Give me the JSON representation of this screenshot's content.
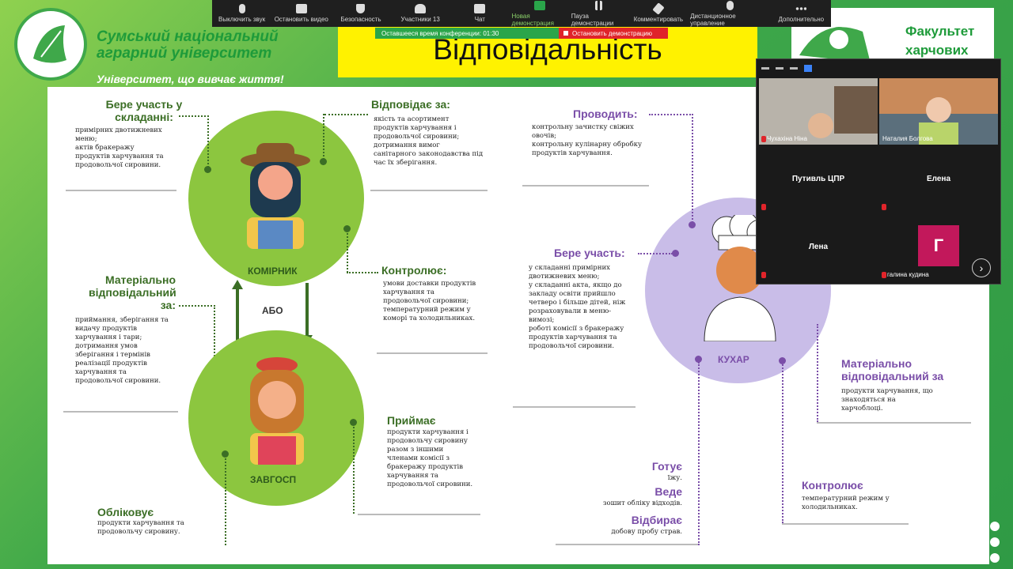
{
  "header": {
    "uni_line1": "Сумський національний",
    "uni_line2": "аграрний університет",
    "motto": "Університет, що вивчає життя!",
    "title": "Відповідальність",
    "faculty_line1": "Факультет",
    "faculty_line2": "харчових"
  },
  "zoom": {
    "toolbar": [
      "Выключить звук",
      "Остановить видео",
      "Безопасность",
      "Участники",
      "Чат",
      "Новая демонстрация",
      "Пауза демонстрации",
      "Комментировать",
      "Дистанционное управление",
      "Дополнительно"
    ],
    "participants_count": "13",
    "timer": "Оставшееся время конференции: 01:30",
    "stop_share": "Остановить демонстрацию",
    "tiles": [
      "Чухахіна Ніна",
      "Наталия Болгова",
      "Путивль ЦПР",
      "Елена",
      "Лена",
      "галина кудина"
    ],
    "avatar_letter": "Г"
  },
  "slide": {
    "komirnyk": {
      "label": "КОМІРНИК",
      "participates_title": "Бере участь у складанні:",
      "participates": [
        "примірних двотижневих меню;",
        "актів бракеражу продуктів харчування та продовольчої сировини."
      ],
      "responsible_title": "Відповідає за:",
      "responsible": [
        "якість та асортимент продуктів харчування і продовольчої сировини;",
        "дотримання вимог санітарного законодавства під час їх зберігання."
      ],
      "controls_title": "Контролює:",
      "controls": [
        "умови доставки продуктів харчування та продовольчої сировини;",
        "температурний режим у коморі та холодильниках."
      ]
    },
    "or": "АБО",
    "material_title": "Матеріально відповідальний за:",
    "material": [
      "приймання, зберігання та видачу продуктів харчування і тари;",
      "дотримання умов зберігання і термінів реалізації продуктів харчування та продовольчої сировини."
    ],
    "zavhosp": {
      "label": "ЗАВГОСП",
      "accepts_title": "Приймає",
      "accepts": "продукти харчування і продовольчу сировину разом з іншими членами комісії з бракеражу продуктів харчування та продовольчої сировини.",
      "records_title": "Обліковує",
      "records": "продукти харчування та продовольчу сировину."
    },
    "kukhar": {
      "label": "КУХАР",
      "conducts_title": "Проводить:",
      "conducts": [
        "контрольну зачистку свіжих овочів;",
        "контрольну кулінарну обробку продуктів харчування."
      ],
      "participates_title": "Бере участь:",
      "participates": [
        "у складанні примірних двотижневих меню;",
        "у складанні акта, якщо до закладу освіти прийшло четверо і більше дітей, ніж розраховували в меню-вимозі;",
        "роботі комісії з бракеражу продуктів харчування та продовольчої сировини."
      ],
      "material_title": "Матеріально відповідальний за",
      "material": "продукти харчування, що знаходяться на харчоблоці.",
      "controls_title": "Контролює",
      "controls": "температурний режим у холодильниках.",
      "cooks_title": "Готує",
      "cooks": "їжу.",
      "keeps_title": "Веде",
      "keeps": "зошит обліку відходів.",
      "samples_title": "Відбирає",
      "samples": "добову пробу страв."
    }
  },
  "colors": {
    "green": "#3fa84a",
    "dark_green": "#3b6e25",
    "purple": "#7a4ea8",
    "yellow": "#fff200"
  }
}
